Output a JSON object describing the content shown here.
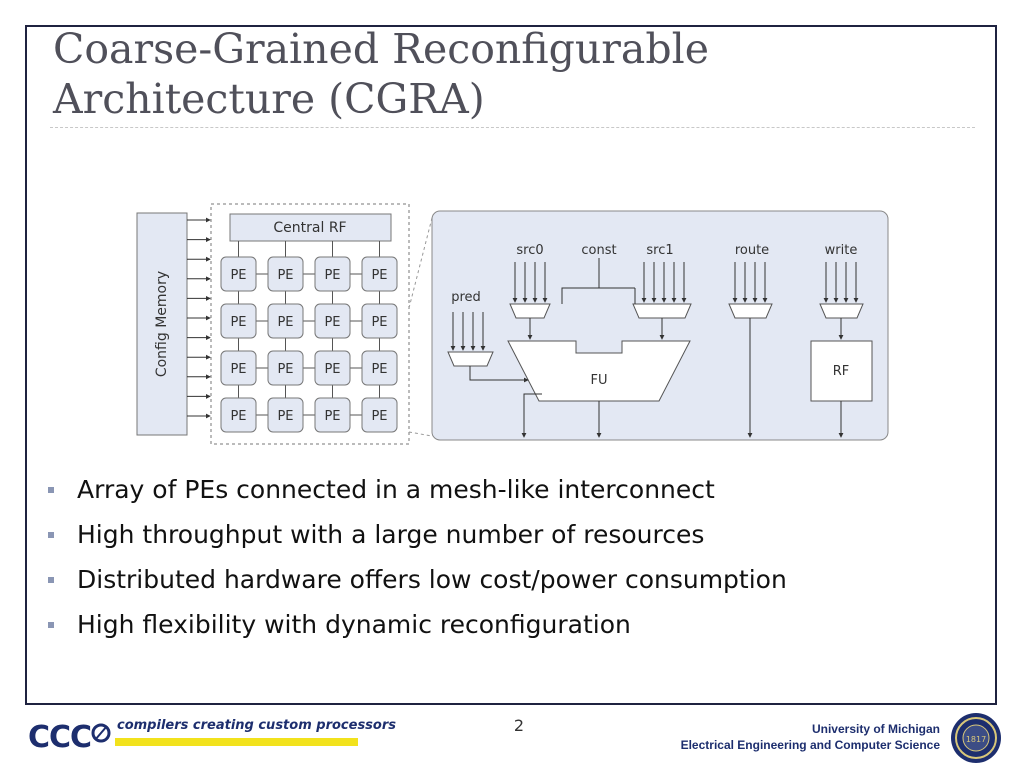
{
  "slide": {
    "title_line1": "Coarse-Grained Reconfigurable",
    "title_line2": "Architecture (CGRA)"
  },
  "diagram": {
    "config_memory": "Config Memory",
    "central_rf": "Central RF",
    "pe_label": "PE",
    "pe_grid_rows": 4,
    "pe_grid_cols": 4,
    "inputs": {
      "src0": "src0",
      "const": "const",
      "src1": "src1",
      "route": "route",
      "write": "write",
      "pred": "pred"
    },
    "fu": "FU",
    "rf": "RF"
  },
  "bullets": [
    "Array of PEs connected in a mesh-like interconnect",
    "High throughput with a large number of resources",
    "Distributed hardware offers low cost/power consumption",
    "High flexibility with dynamic reconfiguration"
  ],
  "footer": {
    "logo_text": "CCC",
    "tagline": "compilers creating custom processors",
    "page_number": "2",
    "university": "University of Michigan",
    "department": "Electrical Engineering and Computer Science",
    "seal_text": "1817"
  },
  "colors": {
    "title": "#50505a",
    "frame": "#1f2340",
    "panel_fill": "#e3e8f3",
    "footer_blue": "#1d2e6e",
    "tagline_bar": "#f2e21c"
  }
}
